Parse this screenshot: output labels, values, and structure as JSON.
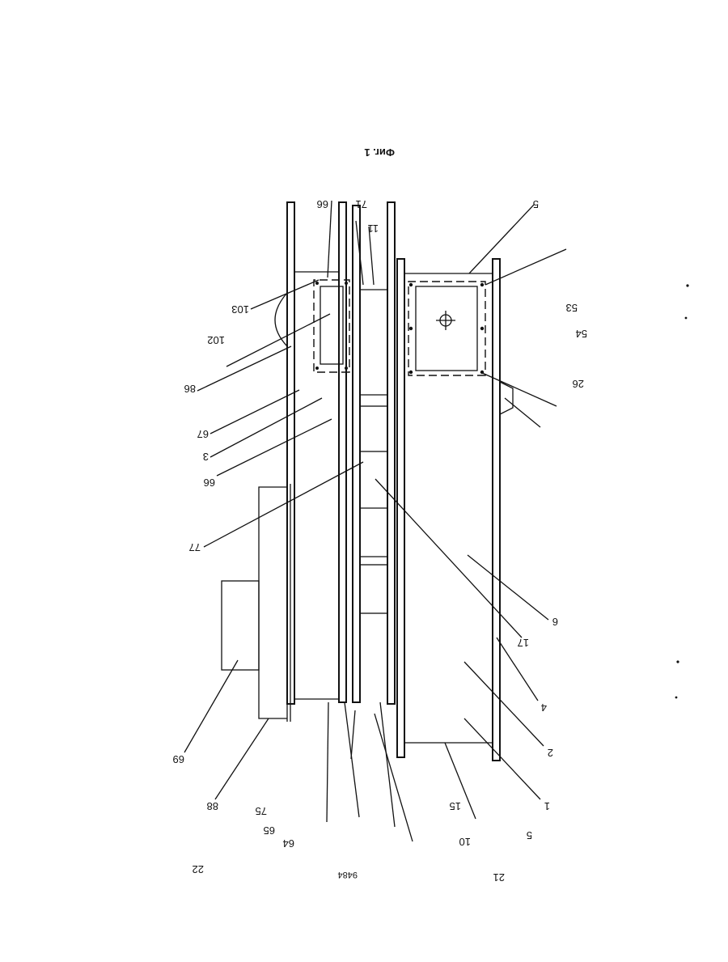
{
  "figure_caption": "Фиг. 1",
  "page_numbers": {
    "left": "22",
    "center": "9484",
    "right": "21"
  },
  "labels": {
    "l66_top": "66",
    "l71": "71",
    "l11": "11",
    "l5_top": "5",
    "l103": "103",
    "l53": "53",
    "l102": "102",
    "l54": "54",
    "l86": "86",
    "l26": "26",
    "l67": "67",
    "l3": "3",
    "l66_mid": "66",
    "l77": "77",
    "l6": "6",
    "l17": "17",
    "l4": "4",
    "l2": "2",
    "l69": "69",
    "l1": "1",
    "l88": "88",
    "l75": "75",
    "l15": "15",
    "l65": "65",
    "l5_bot": "5",
    "l64": "64",
    "l10": "10"
  }
}
